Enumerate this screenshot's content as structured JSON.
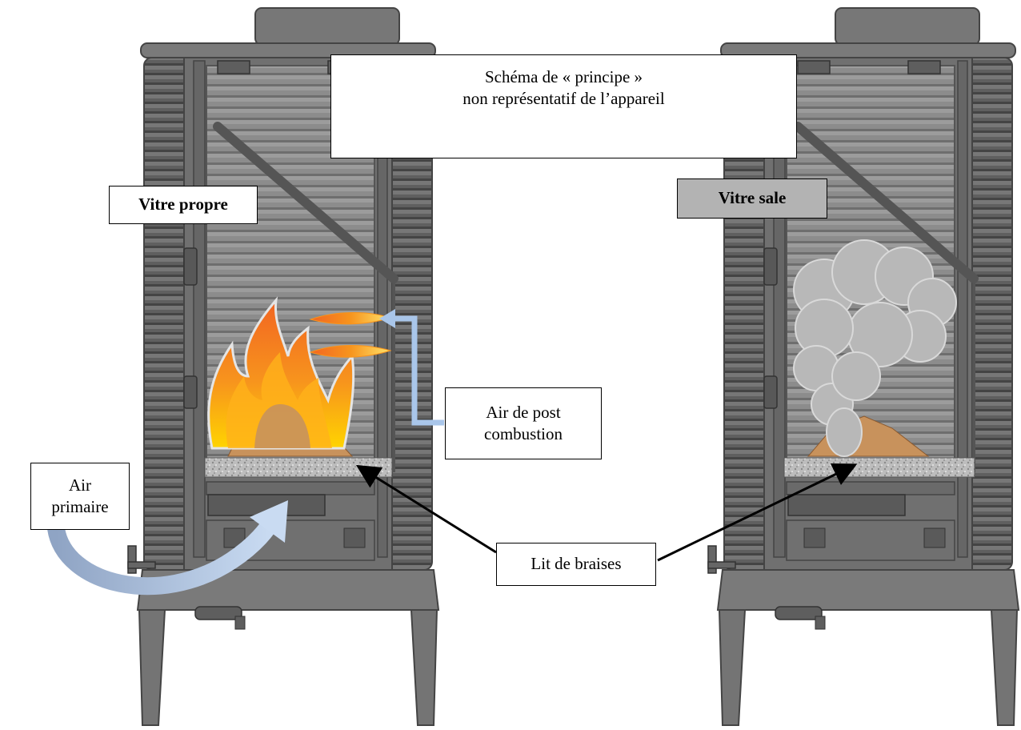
{
  "header_note": {
    "line1": "Schéma de « principe »",
    "line2": "non représentatif de l’appareil"
  },
  "labels": {
    "clean_glass": "Vitre propre",
    "dirty_glass": "Vitre sale",
    "post_air_line1": "Air de post",
    "post_air_line2": "combustion",
    "primary_air_line1": "Air",
    "primary_air_line2": "primaire",
    "ember_bed": "Lit de braises"
  },
  "colors": {
    "stove_body": "#6b6b6b",
    "stove_dark": "#4a4a4a",
    "glass_interior": "#8a8a8a",
    "flame_orange": "#f7941d",
    "flame_yellow": "#ffd400",
    "air_arrow": "#a9c6ea",
    "smoke": "#b8b8b8",
    "wood": "#c8925c",
    "dirty_label_bg": "#b3b3b3"
  }
}
